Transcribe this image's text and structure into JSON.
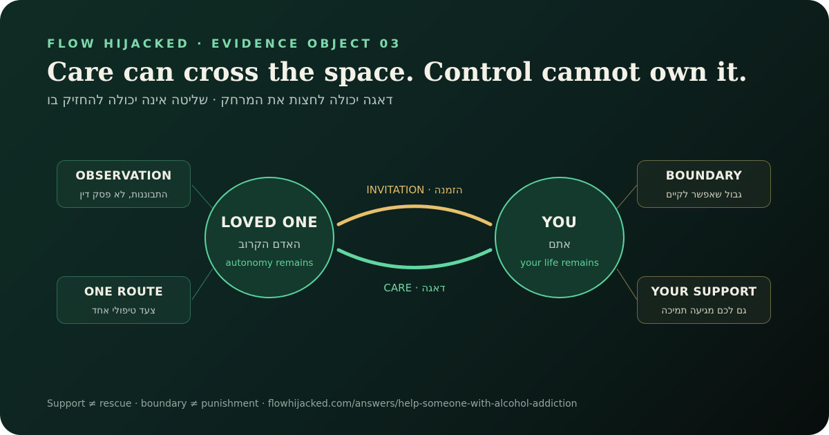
{
  "eyebrow": "FLOW HIJACKED · EVIDENCE OBJECT 03",
  "title": "Care can cross the space. Control cannot own it.",
  "subtitle": "דאגה יכולה לחצות את המרחק · שליטה אינה יכולה להחזיק בו",
  "boxes": {
    "observation": {
      "title": "OBSERVATION",
      "sub": "התבוננות, לא פסק דין"
    },
    "one_route": {
      "title": "ONE ROUTE",
      "sub": "צעד טיפולי אחד"
    },
    "boundary": {
      "title": "BOUNDARY",
      "sub": "גבול שאפשר לקיים"
    },
    "your_support": {
      "title": "YOUR SUPPORT",
      "sub": "גם לכם מגיעה תמיכה"
    }
  },
  "nodes": {
    "loved_one": {
      "title": "LOVED ONE",
      "hebrew": "האדם הקרוב",
      "note": "autonomy remains"
    },
    "you": {
      "title": "YOU",
      "hebrew": "אתם",
      "note": "your life remains"
    }
  },
  "links": {
    "invitation": "INVITATION · הזמנה",
    "care": "CARE · דאגה"
  },
  "footer": "Support ≠ rescue · boundary ≠ punishment · flowhijacked.com/answers/help-someone-with-alcohol-addiction",
  "colors": {
    "accent_green": "#5bd39e",
    "invitation_gold": "#e8bf6a",
    "care_green": "#62d6a0",
    "title_text": "#f4f1e8"
  }
}
